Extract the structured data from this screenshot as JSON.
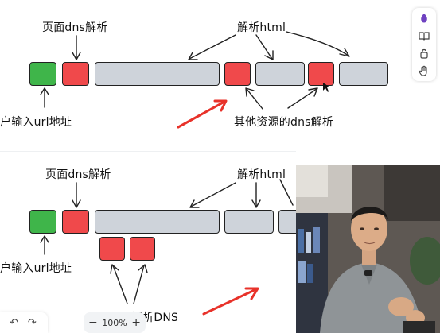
{
  "diagram_top": {
    "label_page_dns": "页面dns解析",
    "label_parse_html": "解析html",
    "label_user_input": "户输入url地址",
    "label_resource_dns": "其他资源的dns解析"
  },
  "diagram_bottom": {
    "label_page_dns": "页面dns解析",
    "label_parse_html": "解析html",
    "label_user_input": "户输入url地址",
    "label_parse_dns": "解析DNS"
  },
  "toolbar": {
    "icons": [
      "palette-icon",
      "book-icon",
      "lock-icon",
      "hand-icon"
    ]
  },
  "bottom_controls": {
    "undo_icon": "↶",
    "redo_icon": "↷",
    "zoom_out": "−",
    "zoom_level": "100%",
    "zoom_in": "+"
  },
  "colors": {
    "green": "#3fb54a",
    "red": "#f0494b",
    "gray": "#ced3da",
    "annotation_red": "#e8322a"
  }
}
